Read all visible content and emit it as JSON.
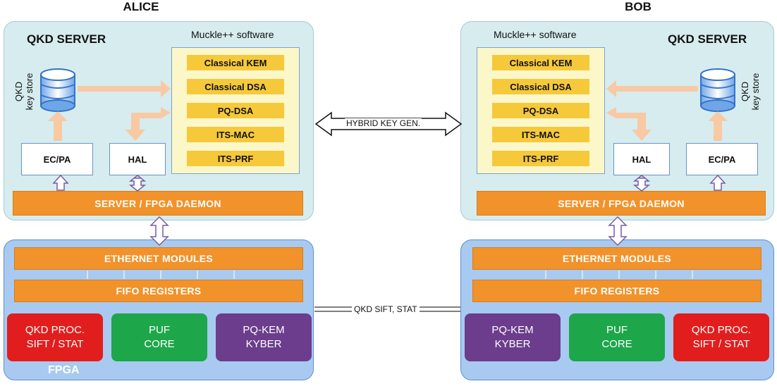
{
  "alice": {
    "title": "ALICE",
    "server_title": "QKD SERVER",
    "software_label": "Muckle++ software",
    "software_items": [
      "Classical KEM",
      "Classical DSA",
      "PQ-DSA",
      "ITS-MAC",
      "ITS-PRF"
    ],
    "key_store_line1": "QKD",
    "key_store_line2": "key store",
    "ecpa": "EC/PA",
    "hal": "HAL",
    "daemon": "SERVER / FPGA DAEMON",
    "ethernet": "ETHERNET MODULES",
    "fifo": "FIFO REGISTERS",
    "blocks": [
      {
        "line1": "QKD PROC.",
        "line2": "SIFT / STAT"
      },
      {
        "line1": "PUF",
        "line2": "CORE"
      },
      {
        "line1": "PQ-KEM",
        "line2": "KYBER"
      }
    ],
    "fpga_label": "FPGA"
  },
  "bob": {
    "title": "BOB",
    "server_title": "QKD SERVER",
    "software_label": "Muckle++ software",
    "software_items": [
      "Classical KEM",
      "Classical DSA",
      "PQ-DSA",
      "ITS-MAC",
      "ITS-PRF"
    ],
    "key_store_line1": "QKD",
    "key_store_line2": "key store",
    "ecpa": "EC/PA",
    "hal": "HAL",
    "daemon": "SERVER / FPGA DAEMON",
    "ethernet": "ETHERNET MODULES",
    "fifo": "FIFO REGISTERS",
    "blocks": [
      {
        "line1": "PQ-KEM",
        "line2": "KYBER"
      },
      {
        "line1": "PUF",
        "line2": "CORE"
      },
      {
        "line1": "QKD PROC.",
        "line2": "SIFT / STAT"
      }
    ]
  },
  "links": {
    "hybrid": "HYBRID KEY GEN.",
    "sift": "QKD SIFT, STAT"
  },
  "colors": {
    "orange": "#f2922a",
    "server_bg": "#d6ecef",
    "fpga_bg": "#a8caf0",
    "item_yellow": "#f6c93b",
    "red": "#e21d1d",
    "green": "#1ea64a",
    "purple": "#6b3d8c"
  }
}
